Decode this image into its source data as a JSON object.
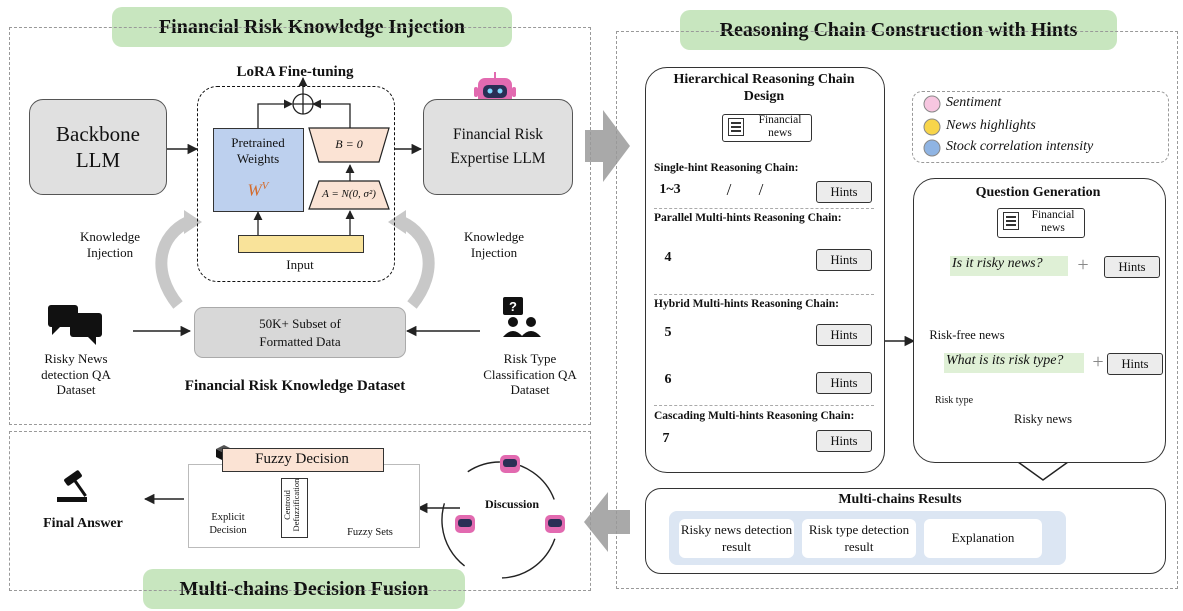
{
  "sections": {
    "injection_title": "Financial Risk Knowledge Injection",
    "reasoning_title": "Reasoning Chain Construction with Hints",
    "fusion_title": "Multi-chains Decision Fusion"
  },
  "lora": {
    "title": "LoRA Fine-tuning",
    "pretrained": "Pretrained Weights",
    "w_symbol": "W",
    "w_sup": "V",
    "b_eq": "B = 0",
    "a_eq": "A = N(0, σ²)",
    "input": "Input"
  },
  "models": {
    "backbone": "Backbone LLM",
    "expertise": "Financial Risk Expertise LLM"
  },
  "dataset": {
    "injection_left": "Knowledge Injection",
    "injection_right": "Knowledge Injection",
    "subset": "50K+ Subset of Formatted Data",
    "risky_qa": "Risky News detection QA Dataset",
    "risk_type_qa": "Risk Type Classification QA Dataset",
    "knowledge_dataset": "Financial Risk Knowledge Dataset"
  },
  "chain_design": {
    "title": "Hierarchical Reasoning Chain Design",
    "news": "Financial news",
    "single_title": "Single-hint Reasoning Chain:",
    "single_num": "1~3",
    "slash": "/",
    "parallel_title": "Parallel Multi-hints Reasoning Chain:",
    "parallel_num": "4",
    "hybrid_title": "Hybrid Multi-hints Reasoning Chain:",
    "hybrid_num_a": "5",
    "hybrid_num_b": "6",
    "cascading_title": "Cascading Multi-hints Reasoning Chain:",
    "cascading_num": "7",
    "hints": "Hints"
  },
  "legend": {
    "sentiment": "Sentiment",
    "highlights": "News highlights",
    "correlation": "Stock correlation intensity"
  },
  "question_gen": {
    "title": "Question Generation",
    "news": "Financial news",
    "q1": "Is it risky news?",
    "q2": "What is its risk type?",
    "plus": "+",
    "hints": "Hints",
    "risk_free": "Risk-free news",
    "risk_type": "Risk type",
    "risky_news": "Risky news"
  },
  "results": {
    "title": "Multi-chains Results",
    "risky": "Risky news detection result",
    "type": "Risk type detection result",
    "explanation": "Explanation"
  },
  "fusion": {
    "fuzzy_decision": "Fuzzy Decision",
    "fuzzy_sets": "Fuzzy Sets",
    "centroid": "Centroid Defuzzification",
    "explicit": "Explicit Decision",
    "discussion": "Discussion",
    "final_answer": "Final Answer"
  },
  "colors": {
    "section_green": "#c8e6bf",
    "pink": "#f7c6e0",
    "yellow": "#f8d54a",
    "blue": "#8fb4e3",
    "green_node": "#8fd37a",
    "red_node": "#d9352e",
    "pretrained_fill": "#bdd0ee",
    "lora_fill": "#fbe3d4",
    "input_fill": "#f9e39a",
    "robot_pink": "#e26ab0",
    "results_fill": "#dce6f3"
  }
}
